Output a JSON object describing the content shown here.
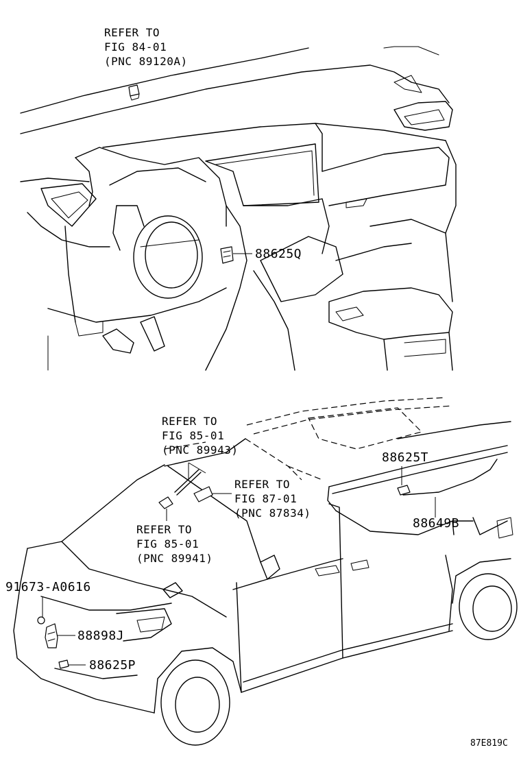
{
  "callouts": {
    "top_ref": [
      "REFER TO",
      "FIG 84-01",
      "(PNC 89120A)"
    ],
    "ref_89943": [
      "REFER TO",
      "FIG 85-01",
      "(PNC 89943)"
    ],
    "ref_87834": [
      "REFER TO",
      "FIG 87-01",
      "(PNC 87834)"
    ],
    "ref_89941": [
      "REFER TO",
      "FIG 85-01",
      "(PNC 89941)"
    ]
  },
  "part_numbers": {
    "p88625Q": "88625Q",
    "p88625T": "88625T",
    "p88649B": "88649B",
    "p91673": "91673-A0616",
    "p88898J": "88898J",
    "p88625P": "88625P"
  },
  "figure_code": "87E819C"
}
